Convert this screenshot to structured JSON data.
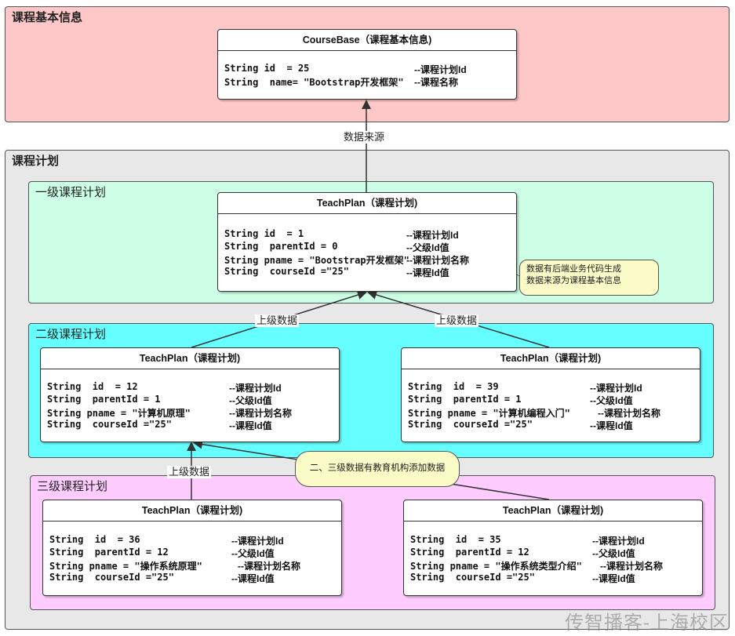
{
  "colors": {
    "base_panel": "#ffc8c8",
    "plan_panel": "#e8e8e8",
    "level1_panel": "#ccffe5",
    "level2_panel": "#66ffff",
    "level3_panel": "#ffccff",
    "comment_bg": "#fbfbc8"
  },
  "panels": {
    "base_title": "课程基本信息",
    "plan_title": "课程计划",
    "level1_title": "一级课程计划",
    "level2_title": "二级课程计划",
    "level3_title": "三级课程计划"
  },
  "cards": {
    "course_base": {
      "title": "CourseBase（课程基本信息)",
      "rows": [
        {
          "code": "String id  = 25",
          "note": "--课程计划Id"
        },
        {
          "code": "String  name= \"Bootstrap开发框架\"",
          "note": "--课程名称"
        }
      ]
    },
    "plan_l1": {
      "title": "TeachPlan（课程计划)",
      "rows": [
        {
          "code": "String id  = 1",
          "note": "--课程计划Id"
        },
        {
          "code": "String  parentId = 0",
          "note": "--父级Id值"
        },
        {
          "code": "String pname = \"Bootstrap开发框架\"",
          "note": "--课程计划名称"
        },
        {
          "code": "String  courseId =\"25\"",
          "note": "--课程Id值"
        }
      ]
    },
    "plan_l2_left": {
      "title": "TeachPlan（课程计划)",
      "rows": [
        {
          "code": "String  id  = 12",
          "note": "--课程计划Id"
        },
        {
          "code": "String  parentId = 1",
          "note": "--父级Id值"
        },
        {
          "code": "String pname = \"计算机原理\"",
          "note": "--课程计划名称"
        },
        {
          "code": "String  courseId =\"25\"",
          "note": "--课程Id值"
        }
      ]
    },
    "plan_l2_right": {
      "title": "TeachPlan（课程计划)",
      "rows": [
        {
          "code": "String  id  = 39",
          "note": "--课程计划Id"
        },
        {
          "code": "String  parentId = 1",
          "note": "--父级Id值"
        },
        {
          "code": "String pname = \"计算机编程入门\"",
          "note": "--课程计划名称"
        },
        {
          "code": "String  courseId =\"25\"",
          "note": "--课程Id值"
        }
      ]
    },
    "plan_l3_left": {
      "title": "TeachPlan（课程计划)",
      "rows": [
        {
          "code": "String  id  = 36",
          "note": "--课程计划Id"
        },
        {
          "code": "String  parentId = 12",
          "note": "--父级Id值"
        },
        {
          "code": "String pname = \"操作系统原理\"",
          "note": "--课程计划名称"
        },
        {
          "code": "String  courseId =\"25\"",
          "note": "--课程Id值"
        }
      ]
    },
    "plan_l3_right": {
      "title": "TeachPlan（课程计划)",
      "rows": [
        {
          "code": "String  id  = 35",
          "note": "--课程计划Id"
        },
        {
          "code": "String  parentId = 12",
          "note": "--父级Id值"
        },
        {
          "code": "String pname = \"操作系统类型介绍\"",
          "note": "--课程计划名称"
        },
        {
          "code": "String  courseId =\"25\"",
          "note": "--课程Id值"
        }
      ]
    }
  },
  "edges": {
    "data_source": "数据来源",
    "parent_left": "上级数据",
    "parent_right": "上级数据",
    "parent_l3": "上级数据"
  },
  "comments": {
    "top_line1": "数据有后端业务代码生成",
    "top_line2": "数据来源为课程基本信息",
    "bottom": "二、三级数据有教育机构添加数据"
  },
  "watermark": "传智播客-上海校区"
}
